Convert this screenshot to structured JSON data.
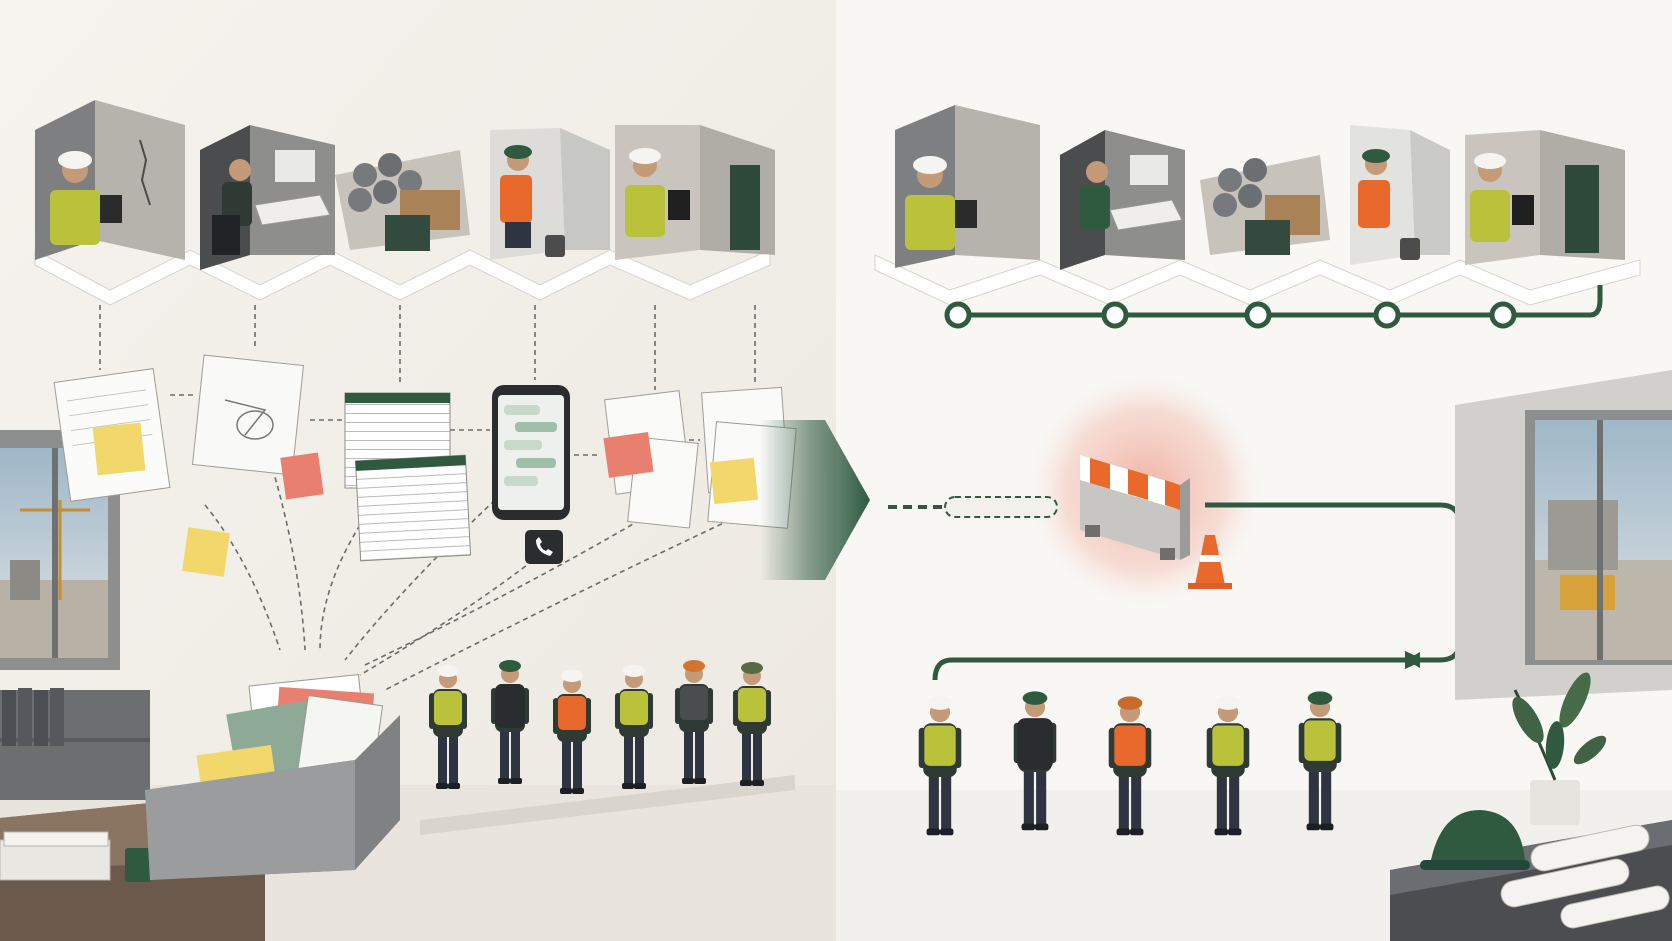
{
  "illustration": {
    "left": {
      "scenes": [
        "wall-inspection",
        "site-office-desk",
        "material-storage",
        "drilling-work",
        "door-checklist"
      ],
      "artifacts": [
        "spiral-notepad",
        "sketch-paper",
        "spreadsheet-printout",
        "smartphone-chat",
        "paper-report",
        "paper-stack"
      ],
      "workers": 6
    },
    "right": {
      "scenes": [
        "wall-inspection",
        "site-office-desk",
        "material-storage",
        "drilling-work",
        "door-checklist"
      ],
      "timeline_nodes": 5,
      "blocker": "barrier-with-traffic-cone",
      "workers": 5
    },
    "icons": [
      "phone-icon",
      "transition-arrow-icon",
      "hard-hat-icon",
      "plant-icon"
    ]
  },
  "colors": {
    "accent_green": "#2f5a40",
    "background_left": "#f4f1ec",
    "background_right": "#f7f6f3",
    "sticky_yellow": "#f2d86b",
    "sticky_salmon": "#e9806f",
    "vest_yellow": "#b9c23a",
    "vest_orange": "#e8692b",
    "alert_red": "#f2b3a6"
  }
}
